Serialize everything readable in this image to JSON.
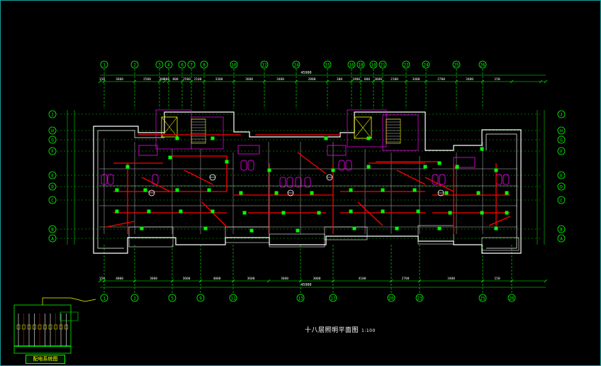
{
  "drawing": {
    "title": "十八层照明平面图",
    "scale": "1:100",
    "inset_label": "配电系统图",
    "colors": {
      "background": "#000000",
      "axis": "#00ff00",
      "wall": "#ffffff",
      "wiring": "#ff0000",
      "fixture": "#00ff00",
      "stair": "#ffff00",
      "bath": "#ff00ff",
      "frame": "#1aa0a0"
    }
  },
  "axes": {
    "columns_top": [
      "1",
      "2",
      "3",
      "4",
      "6",
      "7",
      "8",
      "10",
      "12",
      "14",
      "15",
      "16",
      "18",
      "19",
      "21",
      "22",
      "24",
      "25",
      "26"
    ],
    "columns_bottom": [
      "1",
      "2",
      "5",
      "9",
      "11",
      "13",
      "17",
      "20",
      "23",
      "25",
      "26"
    ],
    "rows": [
      "J",
      "H",
      "G",
      "F",
      "E",
      "D",
      "C",
      "B",
      "A"
    ],
    "top_dims": [
      "150",
      "3600",
      "2500",
      "300",
      "300",
      "800",
      "2500",
      "2100",
      "3300",
      "3600",
      "3400",
      "2800",
      "300",
      "1900",
      "800",
      "3600",
      "2100",
      "3400",
      "2700",
      "3400",
      "150"
    ],
    "top_total": "45900",
    "bottom_dims": [
      "150",
      "4000",
      "3600",
      "3600",
      "4000",
      "3600",
      "3600",
      "3000",
      "4100",
      "2700",
      "3400",
      "150"
    ],
    "bottom_total": "45900"
  }
}
